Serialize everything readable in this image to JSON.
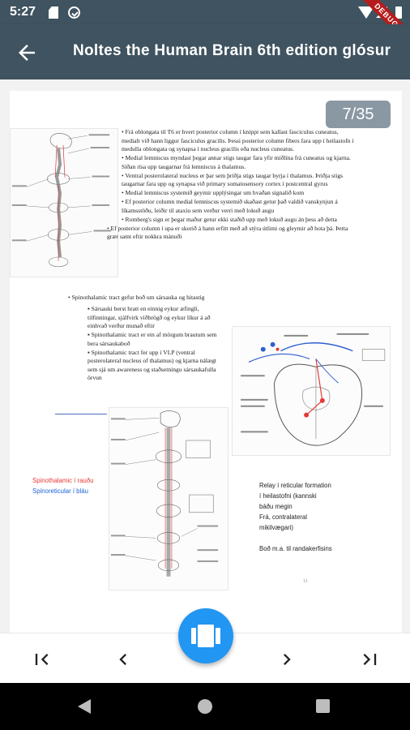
{
  "status_bar": {
    "time": "5:27",
    "debug_label": "DEBUG"
  },
  "app_bar": {
    "title": "Noltes the Human Brain 6th edition glósur"
  },
  "page_counter": "7/35",
  "document": {
    "block1": [
      "• Frá oblongata til T6 er hvert posterior column í knippi sem kallast fasciculus cuneatus, medialt við hann liggur fasciculus gracilis. Þessi posterior column fibers fara upp í heilastofn í medulla oblongata og synapsa í nucleus gracilis eða nucleus cuneatus.",
      "• Medial lemniscus myndast þegar annar stigs taugar fara yfir miðlína frá cuneatus og kjarna. Síðan rísa upp taugarnar frá lemniscus á thalamus.",
      "• Ventral posterolateral nucleus er þar sem þriðja stigs taugar byrja í thalamus. Þriðja stigs taugarnar fara upp og synapsa við primary somatosensory cortex í postcentral gyrus",
      "• Medial lemniscus systemið geymir upplýsingar um hvaðan signalið kom",
      "• Ef posterior column medial lemniscus systemið skaðast getur það valdið vanskynjun á líkamsstöðu, leiðir til ataxiu sem verður verri með lokuð augu",
      "• Romberg's sign er þegar maður getur ekki staðið upp með lokuð augu án þess að detta",
      "• Ef posterior column í upa er skorið á hann erfitt með að stýra útlimi og gleymir að hota þá. Þetta grær samt eftir nokkra mánuði"
    ],
    "spinothalamic_header": "Spinothalamic tract gefur boð um sársauka og hitastig",
    "block2": [
      "Sársauki berst hratt en einnig eykur æfingli, tilfinningar, sjálfvirk viðbrögð og eykur líkur á að einhvað verður munað eftir",
      "Spinothalamic tract er ein af mörgum brautum sem bera sársaukaboð",
      "Spinothalamic tract fer upp í VLP (ventral posterolateral nucleus of thalamus) og kjarna nálægt sem sjá um awareness og staðsetningu sársaukafulla örvun"
    ],
    "legend_red": "Spinothalamic í rauðu",
    "legend_blue": "Spinoreticular í bláu",
    "relay_lines": [
      "Relay í reticular formation",
      "í heilastofni (kannski",
      "báðu megin",
      "Frá, contralateral",
      "mikilvægari)",
      "",
      "Boð m.a. til randakerfisins"
    ],
    "page_number": "11"
  },
  "bottom_nav": {
    "first_icon": "skip-first-icon",
    "prev_icon": "chevron-left-icon",
    "fab_icon": "book-open-icon",
    "next_icon": "chevron-right-icon",
    "last_icon": "skip-last-icon"
  },
  "colors": {
    "appbar": "#3f5360",
    "fab": "#2196f3",
    "counter": "#8a98a3"
  }
}
